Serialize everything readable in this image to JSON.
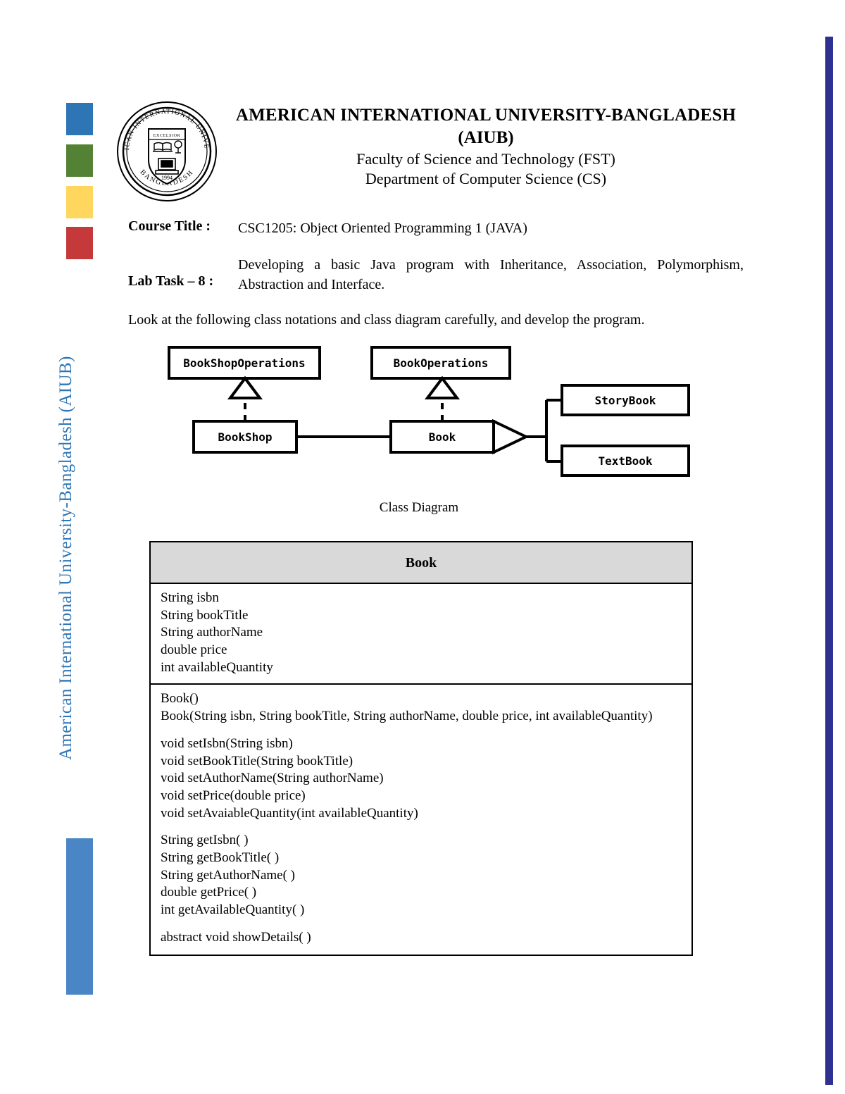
{
  "sidebar": {
    "vertical_caption": "American International University-Bangladesh (AIUB)",
    "chips": [
      {
        "name": "blue",
        "color": "#2E75B6"
      },
      {
        "name": "green",
        "color": "#548235"
      },
      {
        "name": "yellow",
        "color": "#FFD75E"
      },
      {
        "name": "red",
        "color": "#C5393B"
      }
    ],
    "bar_color": "#4A86C5"
  },
  "accents": {
    "right_rule_color": "#2E3192",
    "caption_color": "#2E75B6"
  },
  "logo": {
    "outer_ring_text": "AMERICAN INTERNATIONAL UNIVERSITY",
    "bottom_text": "BANGLADESH",
    "year": "1994"
  },
  "header": {
    "line1": "AMERICAN INTERNATIONAL UNIVERSITY-BANGLADESH",
    "line2": "(AIUB)",
    "line3": "Faculty of Science and Technology (FST)",
    "line4": "Department of Computer Science (CS)"
  },
  "meta": {
    "course_label": "Course Title :",
    "course_value": "CSC1205: Object Oriented Programming 1 (JAVA)",
    "labtask_label": "Lab Task – 8 :",
    "labtask_value": "Developing a basic Java program with Inheritance, Association, Polymorphism, Abstraction and Interface."
  },
  "instruction": "Look at the following class notations and class diagram carefully, and develop the program.",
  "diagram": {
    "caption": "Class Diagram",
    "nodes": {
      "bookshop_operations": "BookShopOperations",
      "book_operations": "BookOperations",
      "bookshop": "BookShop",
      "book": "Book",
      "storybook": "StoryBook",
      "textbook": "TextBook"
    },
    "relations": [
      {
        "from": "BookShop",
        "to": "BookShopOperations",
        "type": "realization"
      },
      {
        "from": "Book",
        "to": "BookOperations",
        "type": "realization"
      },
      {
        "from": "BookShop",
        "to": "Book",
        "type": "association"
      },
      {
        "from": "StoryBook",
        "to": "Book",
        "type": "generalization"
      },
      {
        "from": "TextBook",
        "to": "Book",
        "type": "generalization"
      }
    ]
  },
  "uml_table": {
    "title": "Book",
    "attributes": [
      "String isbn",
      "String bookTitle",
      "String authorName",
      "double price",
      "int availableQuantity"
    ],
    "constructors": [
      "Book()",
      "Book(String isbn, String bookTitle, String authorName, double price, int availableQuantity)"
    ],
    "setters": [
      "void setIsbn(String isbn)",
      "void setBookTitle(String bookTitle)",
      "void setAuthorName(String authorName)",
      "void setPrice(double price)",
      "void setAvaiableQuantity(int availableQuantity)"
    ],
    "getters": [
      "String getIsbn( )",
      "String getBookTitle( )",
      "String getAuthorName( )",
      "double getPrice( )",
      "int getAvailableQuantity( )"
    ],
    "abstract_methods": [
      "abstract void showDetails( )"
    ]
  }
}
